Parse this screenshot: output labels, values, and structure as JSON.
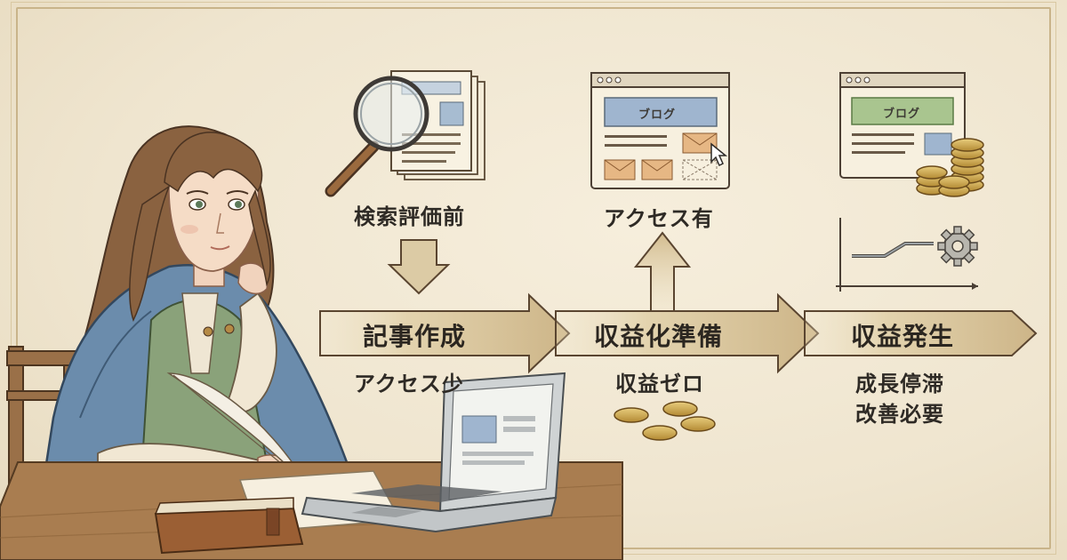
{
  "labels": {
    "before_search": "検索評価前",
    "access_yes": "アクセス有",
    "write_articles": "記事作成",
    "access_low": "アクセス少",
    "monetize_prep": "収益化準備",
    "revenue_zero": "収益ゼロ",
    "revenue_generated": "収益発生",
    "growth_stalled": "成長停滞",
    "needs_improvement": "改善必要"
  },
  "browser": {
    "blog_label_1": "ブログ",
    "blog_label_2": "ブログ"
  },
  "colors": {
    "background": "#efe6d2",
    "arrow_fill": "#d8c7a0",
    "arrow_stroke": "#5a4530",
    "ink": "#2e2a25",
    "blog_blue": "#9fb5cf",
    "blog_green": "#a9c58f",
    "coin": "#c9a24a"
  },
  "icons": [
    "magnifier-icon",
    "document-stack-icon",
    "cursor-icon",
    "coin-stack-icon",
    "gear-icon",
    "line-chart-icon",
    "laptop-icon",
    "quill-icon",
    "notebook-icon"
  ]
}
